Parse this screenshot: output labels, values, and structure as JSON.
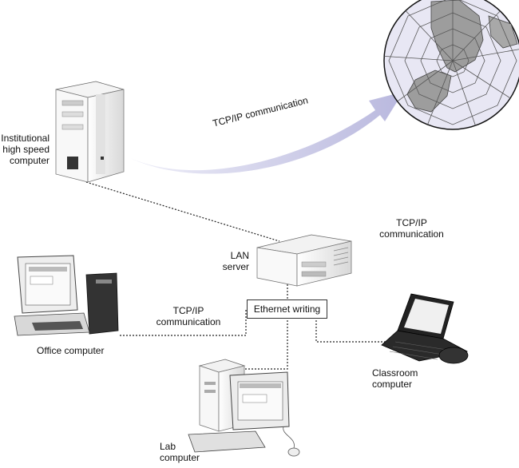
{
  "labels": {
    "institutional": [
      "Institutional",
      "high speed",
      "computer"
    ],
    "tcp_internet": "TCP/IP communication",
    "tcp_server": [
      "TCP/IP",
      "communication"
    ],
    "lan_server": [
      "LAN",
      "server"
    ],
    "ethernet": "Ethernet writing",
    "tcp_office": [
      "TCP/IP",
      "communication"
    ],
    "office": "Office computer",
    "classroom": [
      "Classroom",
      "computer"
    ],
    "lab": [
      "Lab",
      "computer"
    ]
  },
  "colors": {
    "arrow": "#c9c8e6",
    "globe_fill": "#e7e6f3",
    "land": "#9b9b9b",
    "line": "#222222",
    "panel": "#eeeeee"
  },
  "icons": [
    "tower-server-icon",
    "globe-web-icon",
    "desktop-server-icon",
    "office-computer-icon",
    "laptop-icon",
    "lab-computer-icon"
  ]
}
